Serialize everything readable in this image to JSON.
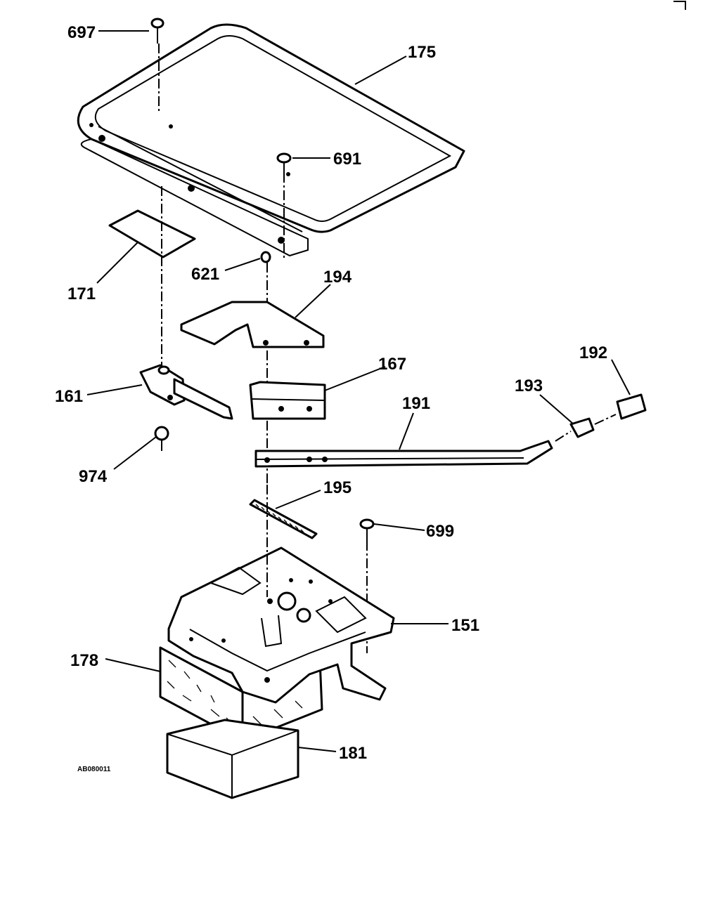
{
  "diagram": {
    "callouts": {
      "c697": "697",
      "c175": "175",
      "c691": "691",
      "c171": "171",
      "c621": "621",
      "c194": "194",
      "c167": "167",
      "c192": "192",
      "c193": "193",
      "c161": "161",
      "c191": "191",
      "c974": "974",
      "c195": "195",
      "c699": "699",
      "c151": "151",
      "c178": "178",
      "c181": "181"
    },
    "drawing_code": "AB080011"
  }
}
